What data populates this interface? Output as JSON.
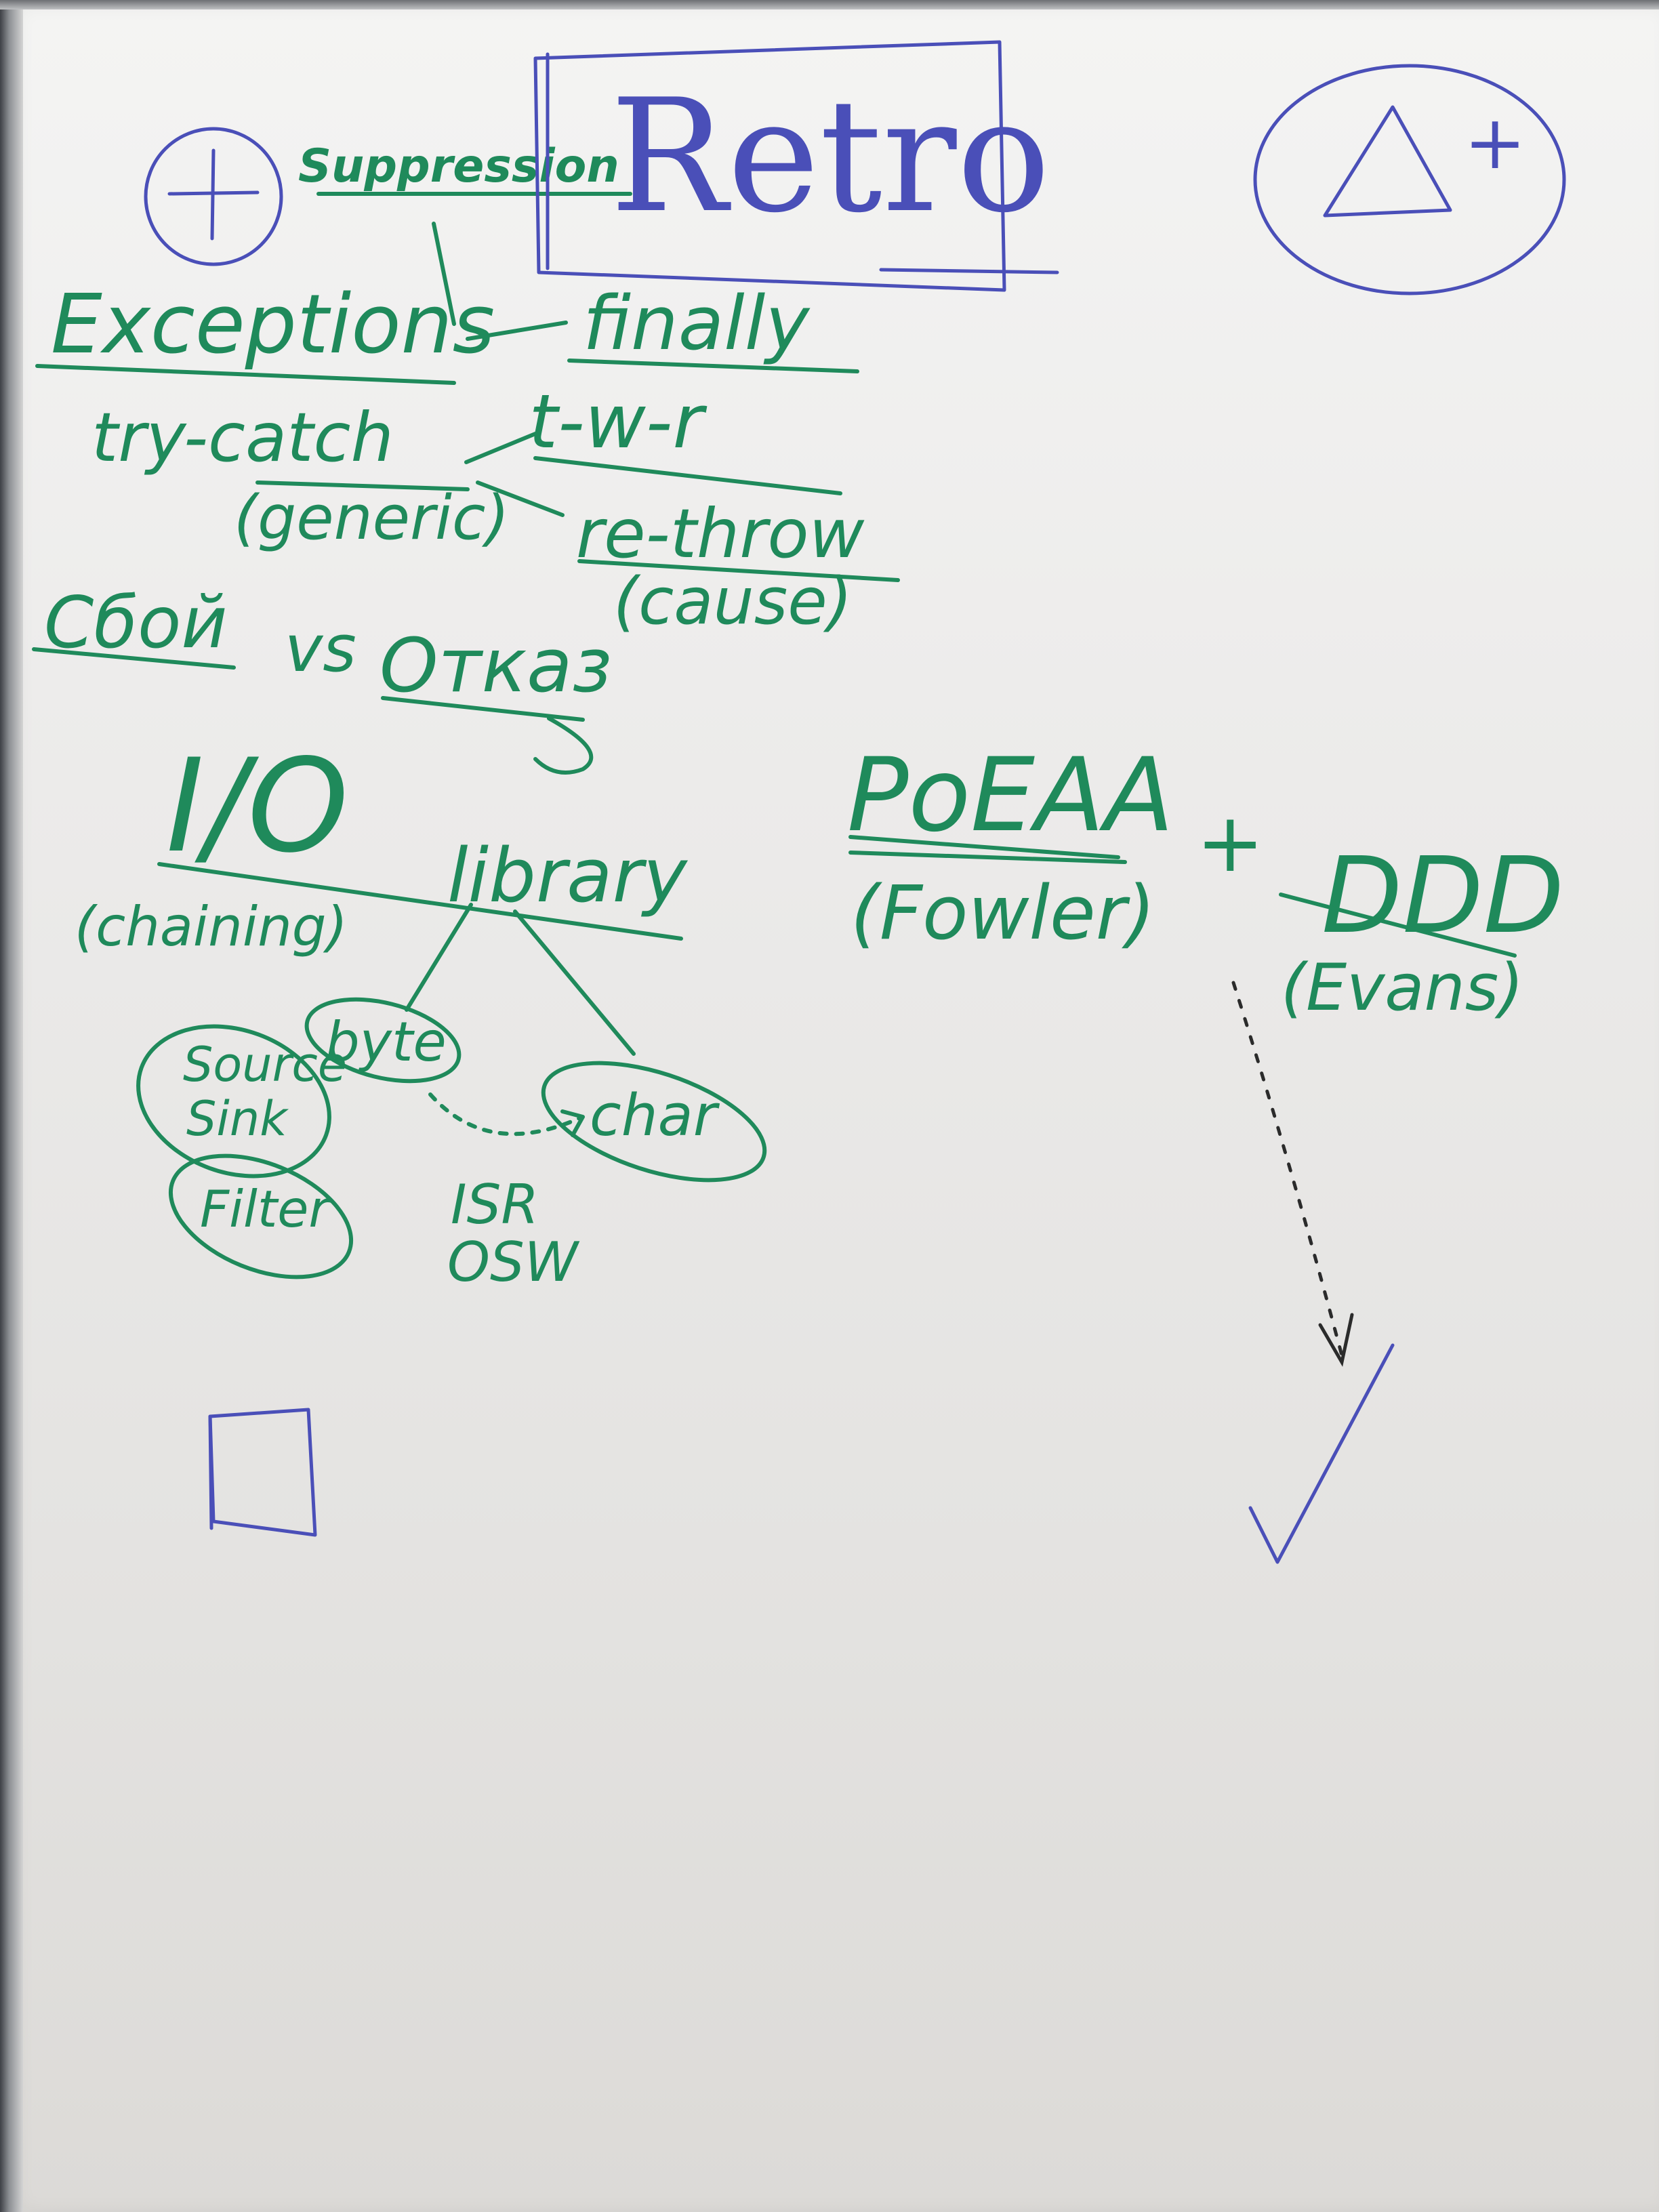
{
  "board": {
    "title": "Retro",
    "plus_symbol": "+",
    "delta_symbol": "Δ",
    "delta_plus": "+",
    "suppression": "Suppression",
    "exceptions": "Exceptions",
    "finally": "finally",
    "try_catch": "try-catch",
    "generic": "(generic)",
    "twr": "t-w-r",
    "rethrow": "re-throw",
    "cause": "(cause)",
    "sboi": "Сбой",
    "vs": "vs",
    "otkaz": "Отказ",
    "io": "I/O",
    "library": "library",
    "chaining": "(chaining)",
    "byte": "byte",
    "char": "char",
    "source": "Source",
    "sink": "Sink",
    "filter": "Filter",
    "isr": "ISR",
    "osw": "OSW",
    "poeaa": "PoEAA",
    "fowler": "(Fowler)",
    "plus_join": "+",
    "ddd": "DDD",
    "evans": "(Evans)"
  },
  "colors": {
    "green_marker": "#1f8a5b",
    "blue_marker": "#4a4fb8",
    "black_marker": "#2b2b2b",
    "paper": "#ecebea"
  }
}
